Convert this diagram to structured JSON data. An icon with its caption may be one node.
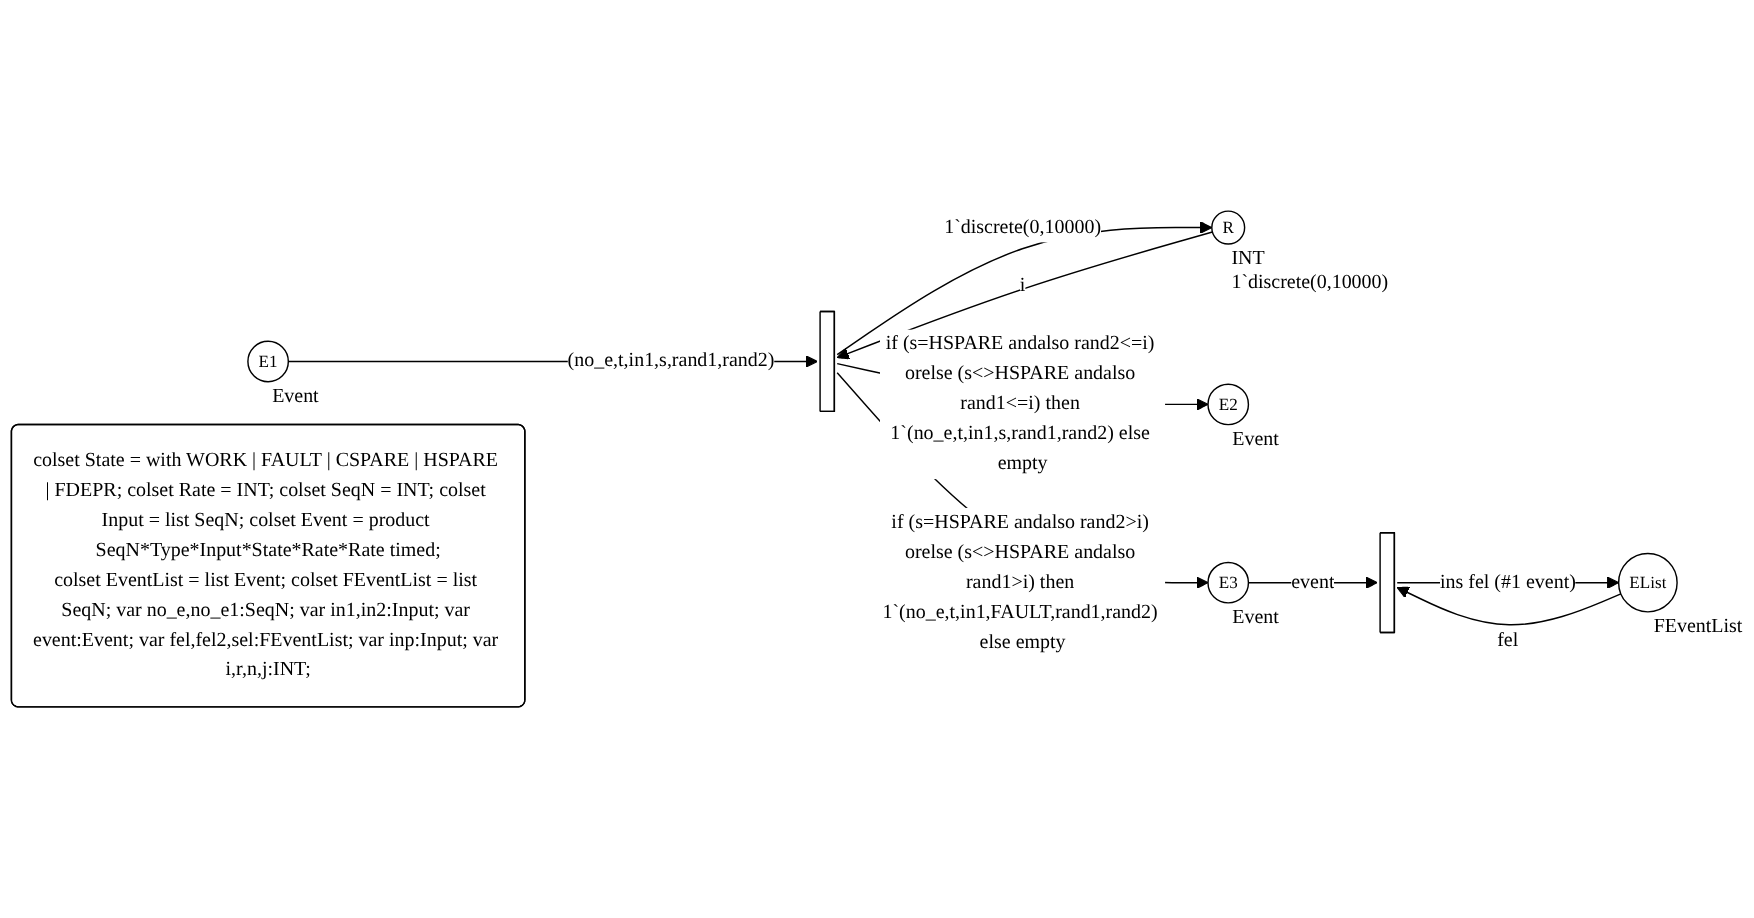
{
  "diagram": {
    "nodes": [
      {
        "text": [
          "E1"
        ],
        "beside": [
          "Event"
        ]
      },
      {
        "text": [
          "R"
        ],
        "beside": [
          "INT",
          "1`discrete(0,10000)"
        ]
      },
      {
        "text": [],
        "shape": "bar"
      },
      {
        "text": [
          "E2"
        ],
        "beside": [
          "Event"
        ]
      },
      {
        "text": [
          "E3"
        ],
        "beside": [
          "Event"
        ]
      },
      {
        "text": [],
        "shape": "bar"
      },
      {
        "text": [
          "EList"
        ],
        "beside": [
          "FEventList"
        ]
      },
      {
        "text": [
          "colset State = with WORK | FAULT | CSPARE | HSPARE | FDEPR; colset Rate = INT; colset SeqN = INT; colset Input = list SeqN; colset Event = product SeqN*Type*Input*State*Rate*Rate timed;",
          "colset EventList = list Event; colset FEventList = list SeqN; var no_e,no_e1:SeqN; var in1,in2:Input; var event:Event; var fel,fel2,sel:FEventList; var inp:Input; var i,r,n,j:INT;"
        ]
      }
    ],
    "edges": [
      {
        "from": 0,
        "to": 2,
        "arrow": "to",
        "label": "(no_e,t,in1,s,rand1,rand2)"
      },
      {
        "from": 2,
        "to": 1,
        "arrow": "to",
        "label": "1`discrete(0,10000)"
      },
      {
        "from": 1,
        "to": 2,
        "arrow": "to",
        "label": "i"
      },
      {
        "from": 2,
        "to": 3,
        "arrow": "to",
        "label": "if (s=HSPARE andalso rand2<=i) orelse (s<>HSPARE andalso rand1<=i) then 1`(no_e,t,in1,s,rand1,rand2) else empty"
      },
      {
        "from": 2,
        "to": 4,
        "arrow": "to",
        "label": "if (s=HSPARE andalso rand2>i) orelse (s<>HSPARE andalso rand1>i) then 1`(no_e,t,in1,FAULT,rand1,rand2) else empty"
      },
      {
        "from": 4,
        "to": 5,
        "arrow": "to",
        "label": "event"
      },
      {
        "from": 5,
        "to": 6,
        "arrow": "to",
        "label": "ins fel (#1 event)"
      },
      {
        "from": 6,
        "to": 5,
        "arrow": "to",
        "label": "fel"
      }
    ]
  }
}
